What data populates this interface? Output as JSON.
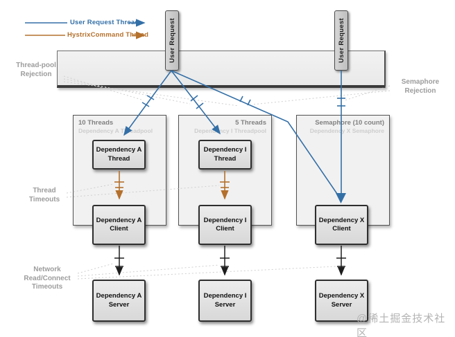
{
  "legend": {
    "user_request_thread": {
      "label": "User Request Thread",
      "color": "#336fa7"
    },
    "hystrix_command_thread": {
      "label": "HystrixCommand Thread",
      "color": "#b4702c"
    }
  },
  "user_request_label": "User Request",
  "annotations": {
    "thread_pool_rejection": "Thread-pool\nRejection",
    "semaphore_rejection": "Semaphore\nRejection",
    "thread_timeouts": "Thread\nTimeouts",
    "network_timeouts": "Network\nRead/Connect\nTimeouts"
  },
  "pools": [
    {
      "title": "10 Threads",
      "subtitle": "Dependency A Threadpool",
      "thread": "Dependency A\nThread",
      "client": "Dependency A\nClient",
      "server": "Dependency A\nServer"
    },
    {
      "title": "5 Threads",
      "subtitle": "Dependency I Threadpool",
      "thread": "Dependency I\nThread",
      "client": "Dependency I\nClient",
      "server": "Dependency I\nServer"
    },
    {
      "title": "Semaphore (10 count)",
      "subtitle": "Dependency X Semaphore",
      "client": "Dependency X\nClient",
      "server": "Dependency X\nServer"
    }
  ],
  "watermark": "@稀土掘金技术社区",
  "colors": {
    "user_request_thread": "#336fa7",
    "hystrix_command_thread": "#b4702c",
    "timeout_arrow": "#1d1d1d"
  }
}
